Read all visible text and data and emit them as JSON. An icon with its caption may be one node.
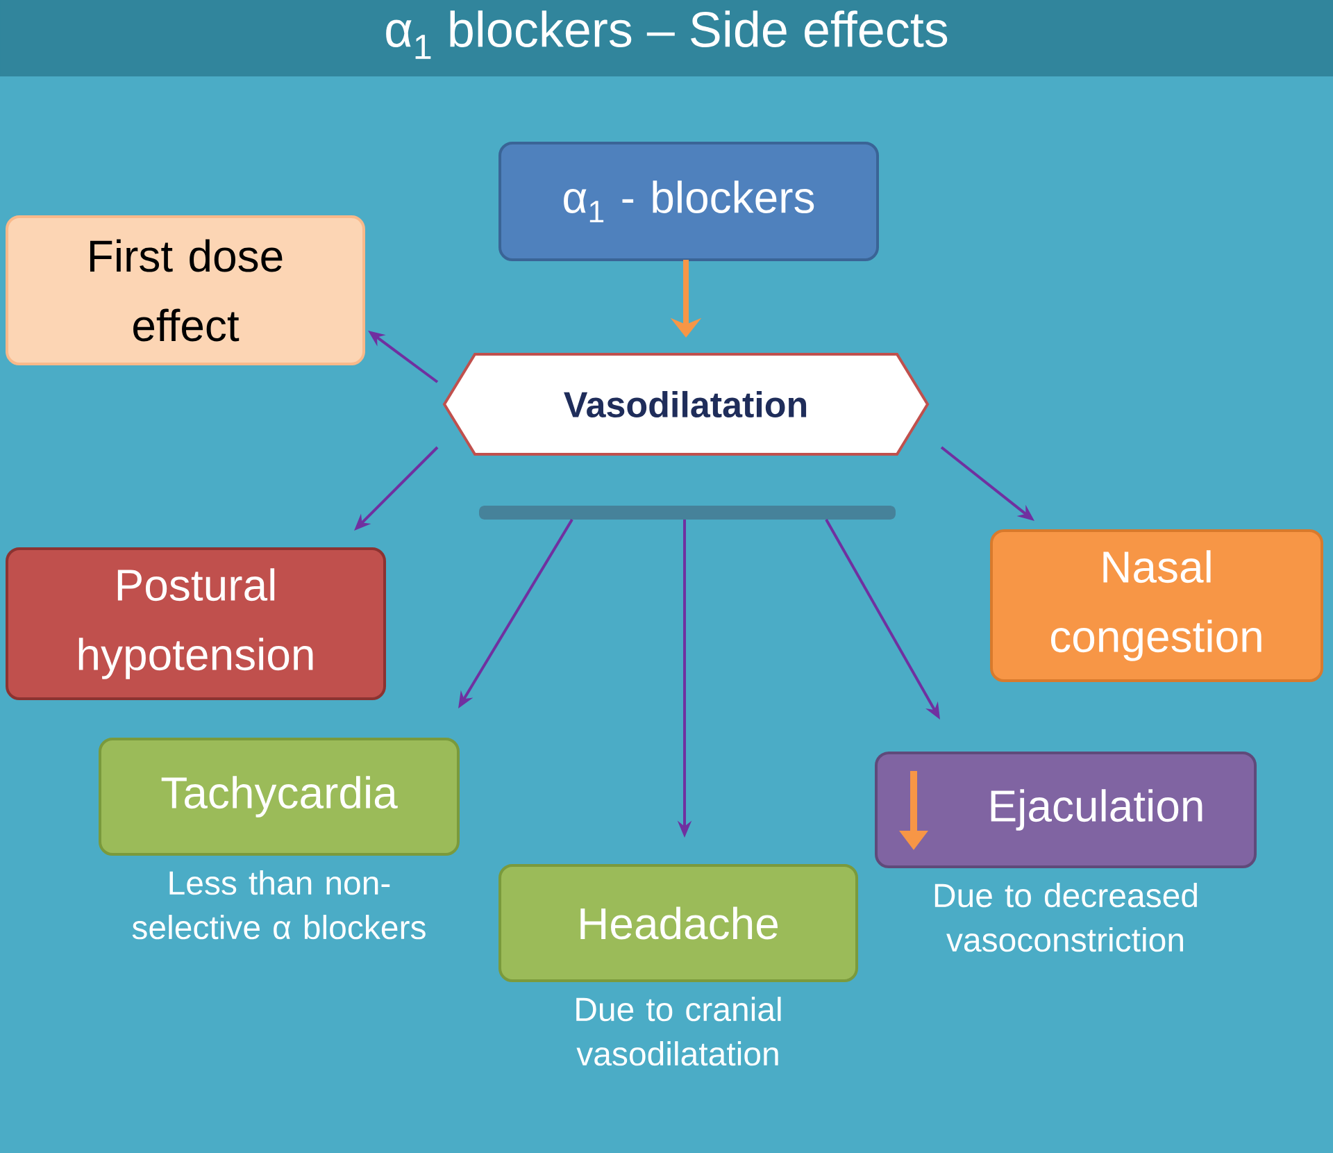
{
  "diagram": {
    "title": "α$_{1}$ blockers – Side effects",
    "nodes": [
      {
        "text": [
          "α$_{1}$ - blockers"
        ]
      },
      {
        "text": [
          "Vasodilatation"
        ]
      },
      {
        "text": [
          "First dose effect"
        ]
      },
      {
        "text": [
          "Postural hypotension"
        ]
      },
      {
        "text": [
          "Nasal congestion"
        ]
      },
      {
        "text": [
          "Tachycardia"
        ],
        "beside": [
          "Less than non-selective α blockers"
        ]
      },
      {
        "text": [
          "Headache"
        ],
        "beside": [
          "Due to cranial vasodilatation"
        ]
      },
      {
        "text": [
          "Ejaculation"
        ],
        "beside": [
          "Due to decreased vasoconstriction"
        ]
      },
      {
        "text": [],
        "shape": "bar"
      }
    ],
    "edges": [
      {
        "from": 0,
        "to": 1,
        "arrow": "to",
        "style": "thick",
        "color": "#f79646"
      },
      {
        "from": 1,
        "to": 2,
        "arrow": "to"
      },
      {
        "from": 1,
        "to": 3,
        "arrow": "to"
      },
      {
        "from": 1,
        "to": 4,
        "arrow": "to"
      },
      {
        "from": 8,
        "to": 5,
        "arrow": "to"
      },
      {
        "from": 8,
        "to": 6,
        "arrow": "to"
      },
      {
        "from": 8,
        "to": 7,
        "arrow": "to"
      }
    ]
  }
}
